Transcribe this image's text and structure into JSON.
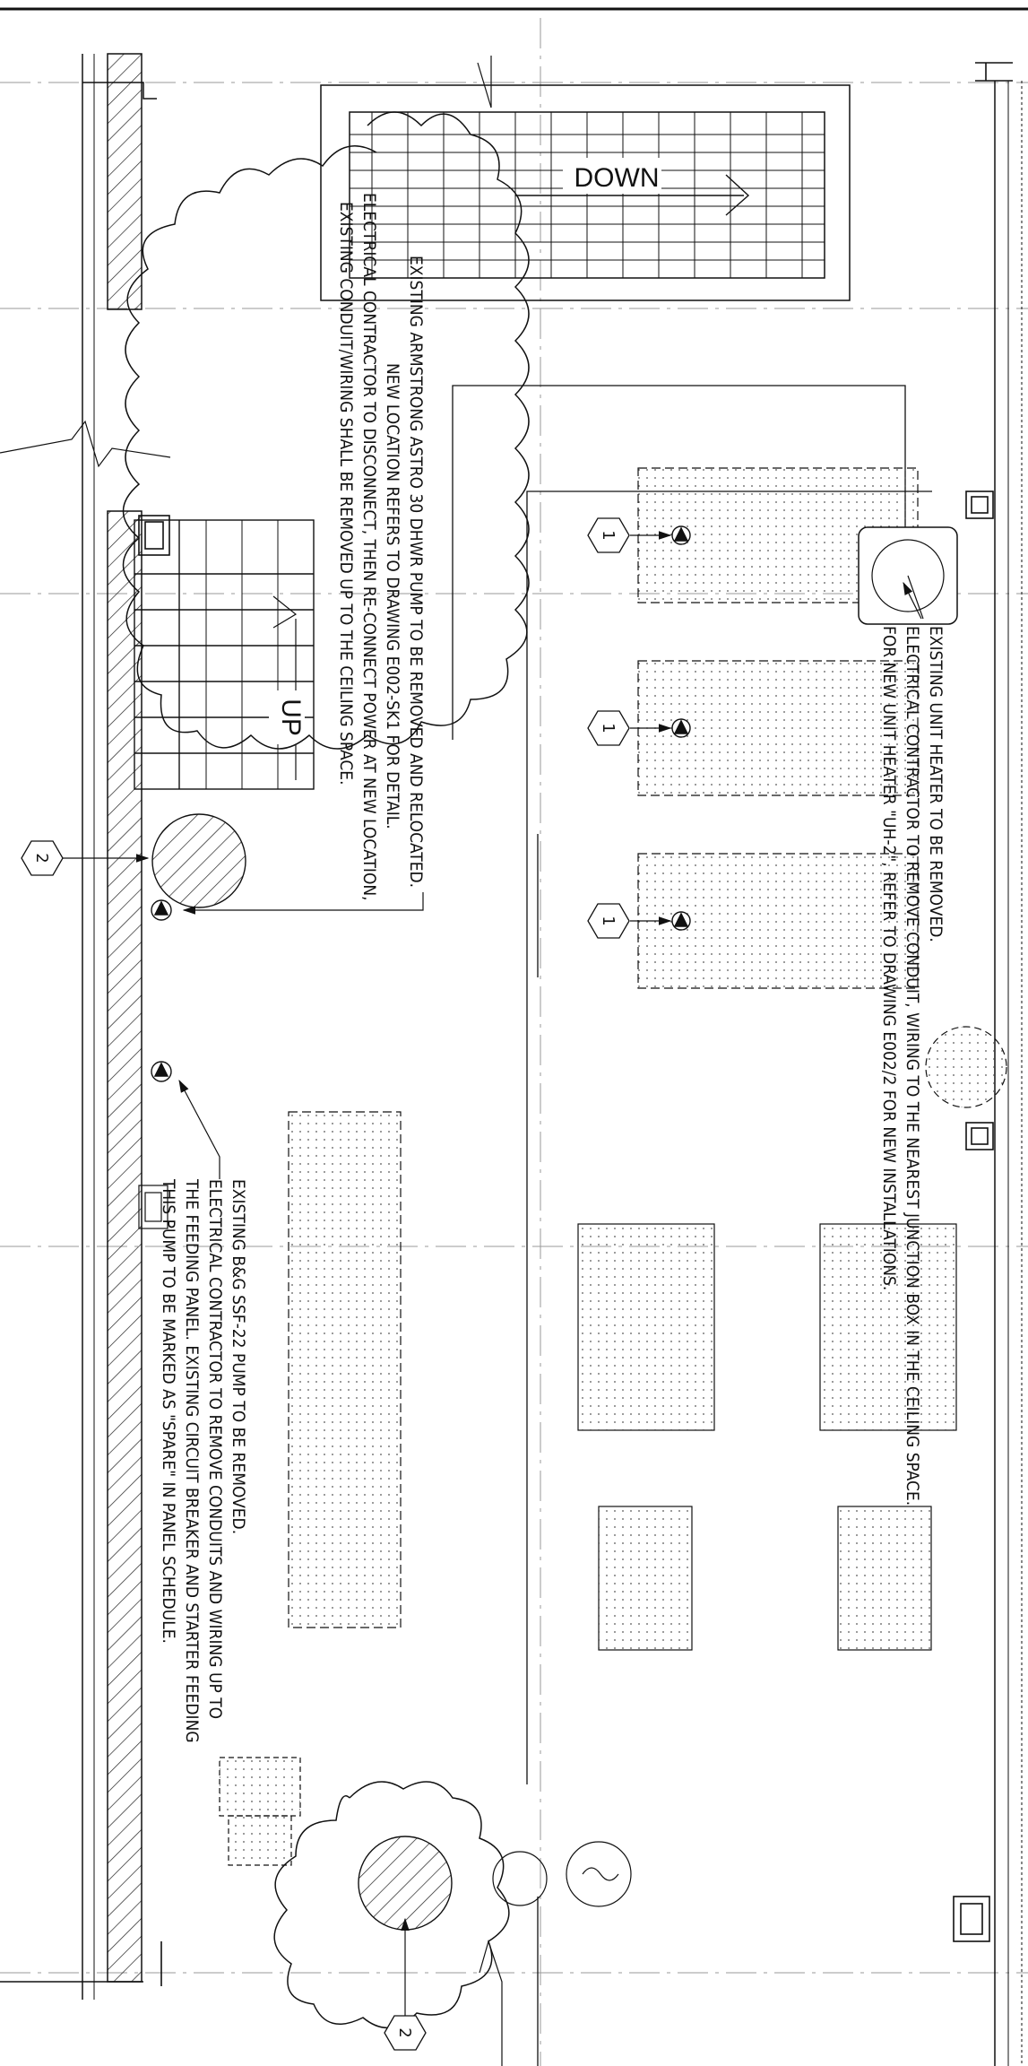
{
  "stair_labels": {
    "down": "DOWN",
    "up": "UP"
  },
  "notes": {
    "armstrong_pump": [
      "EXISTING ARMSTRONG ASTRO 30 DHWR PUMP TO BE REMOVED AND RELOCATED.",
      "NEW LOCATION REFERS TO DRAWING E002-SK1 FOR DETAIL.",
      "ELECTRICAL CONTRACTOR TO DISCONNECT, THEN RE-CONNECT POWER AT NEW LOCATION,",
      "EXISTING CONDUIT/WIRING SHALL BE REMOVED UP TO THE CEILING SPACE."
    ],
    "unit_heater": [
      "EXISTING UNIT HEATER TO BE REMOVED.",
      "ELECTRICAL CONTRACTOR TO REMOVE CONDUIT, WIRING TO THE NEAREST JUNCTION BOX IN THE CEILING SPACE.",
      "FOR NEW UNIT HEATER \"UH-2\", REFER TO DRAWING E002/2 FOR NEW INSTALLATIONS."
    ],
    "bg_pump": [
      "EXISTING B&G SSF-22 PUMP TO BE REMOVED.",
      "ELECTRICAL CONTRACTOR TO REMOVE CONDUITS AND WIRING UP TO",
      "THE FEEDING PANEL. EXISTING CIRCUIT BREAKER AND STARTER FEEDING",
      "THIS PUMP TO BE MARKED AS \"SPARE\" IN PANEL SCHEDULE."
    ]
  },
  "tags": {
    "motor_1": "1",
    "motor_2": "1",
    "motor_3": "1",
    "revision_top": "2",
    "revision_bottom": "2"
  }
}
